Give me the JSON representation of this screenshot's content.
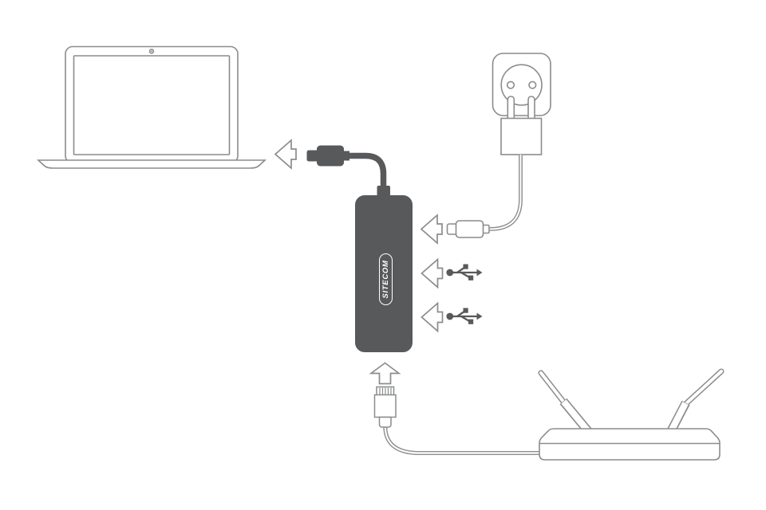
{
  "diagram": {
    "type": "connection-diagram",
    "brand_label": "SITECOM",
    "colors": {
      "background": "#ffffff",
      "outline_gray": "#8a8c8e",
      "device_dark": "#58595b",
      "logo_text": "#ffffff"
    },
    "components": {
      "laptop": "laptop-icon",
      "wall_socket": "wall-socket-icon",
      "power_plug": "power-plug-icon",
      "hub": "usb-c-hub-device",
      "hub_cable_connector": "usb-c-connector-dark-icon",
      "power_connector": "usb-c-connector-outline-icon",
      "usb_ports": [
        "usb-symbol-icon",
        "usb-symbol-icon"
      ],
      "ethernet_connector": "ethernet-connector-icon",
      "router": "router-icon"
    },
    "arrows": {
      "to_laptop": "arrow-left-icon",
      "power_in": "arrow-left-icon",
      "usb_port_1": "arrow-left-icon",
      "usb_port_2": "arrow-left-icon",
      "ethernet_in": "arrow-up-icon"
    }
  }
}
